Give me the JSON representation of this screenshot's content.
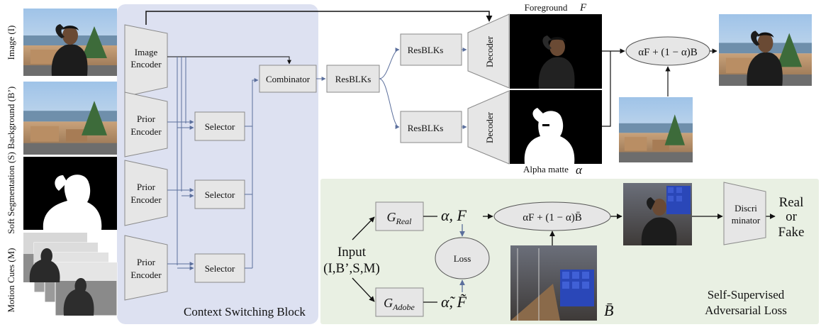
{
  "side_labels": {
    "image": "Image (I)",
    "background": "Background (B’)",
    "soft_segmentation": "Soft Segmentation (S)",
    "motion_cues": "Motion Cues (M)"
  },
  "context_block": {
    "title": "Context Switching Block",
    "image_encoder": [
      "Image",
      "Encoder"
    ],
    "prior_encoder": [
      "Prior",
      "Encoder"
    ],
    "selector": "Selector",
    "combinator": "Combinator"
  },
  "generator": {
    "resblks": "ResBLKs",
    "decoder": "Decoder",
    "foreground_label": "Foreground",
    "foreground_symbol": "F",
    "alpha_label": "Alpha matte",
    "alpha_symbol": "α",
    "composite_formula": "αF + (1 − α)B"
  },
  "adversarial": {
    "input_label": [
      "Input",
      "(I,B’,S,M)"
    ],
    "g_real": {
      "base": "G",
      "sub": "Real"
    },
    "g_adobe": {
      "base": "G",
      "sub": "Adobe"
    },
    "real_outputs": "α,  F",
    "adobe_outputs": "α̃,  F̃",
    "loss": "Loss",
    "composite_formula": "αF + (1 − α)B̄",
    "bbar_label": "B̄",
    "discriminator": [
      "Discri",
      "minator"
    ],
    "decision": [
      "Real",
      "or",
      "Fake"
    ],
    "title": [
      "Self-Supervised",
      "Adversarial Loss"
    ]
  },
  "colors": {
    "context_panel": "#dde1f1",
    "adversarial_panel": "#e9f0e3",
    "box_fill": "#e6e6e6",
    "box_stroke": "#8a8a8a",
    "arrow_dark": "#111111",
    "arrow_blue": "#5b6f9c"
  }
}
